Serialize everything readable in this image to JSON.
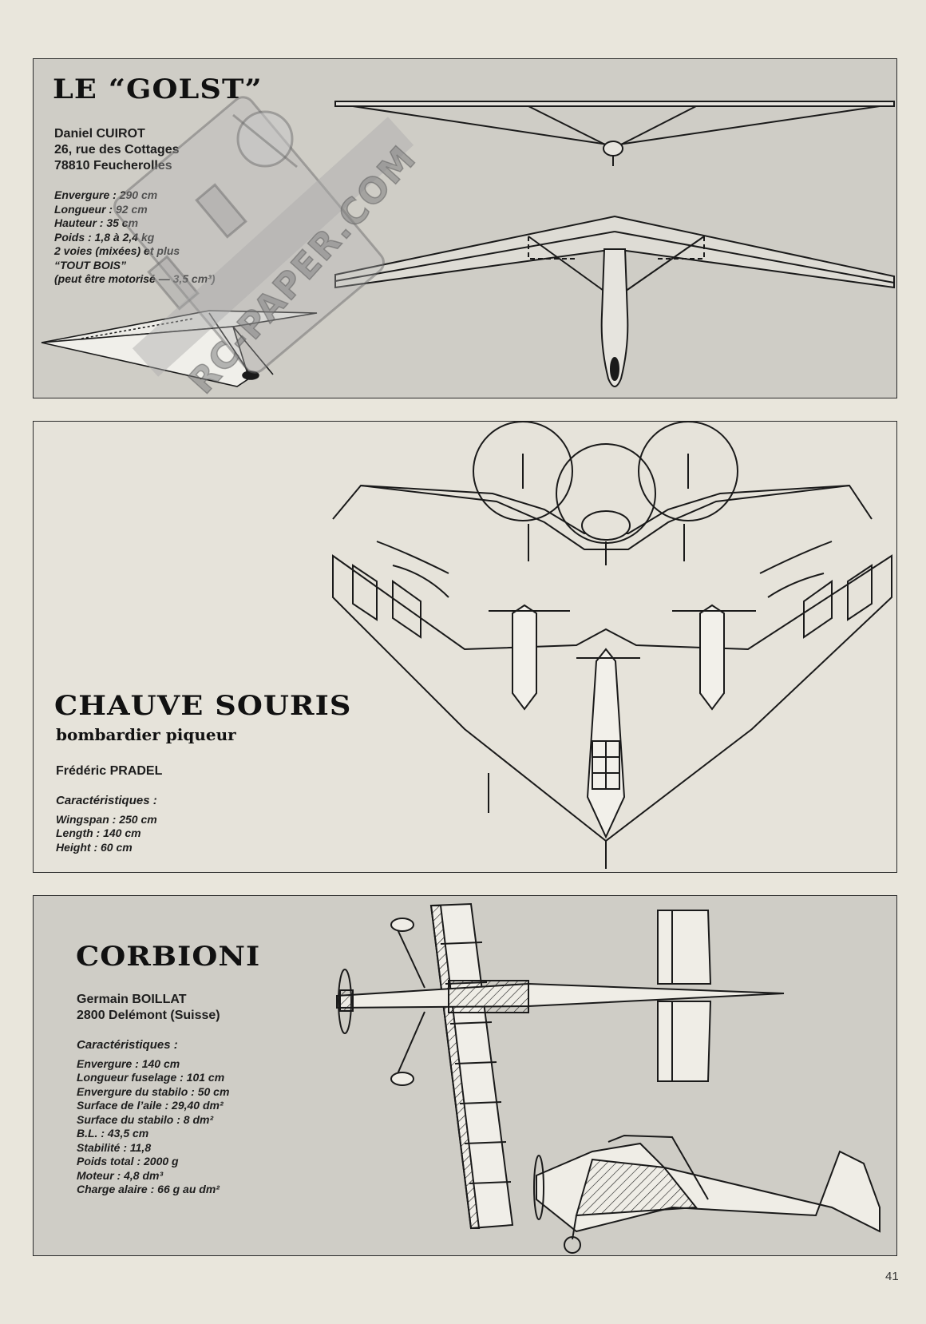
{
  "page_number": "41",
  "watermark": "RC-PAPER.COM",
  "golst": {
    "title": "LE “GOLST”",
    "author": [
      "Daniel CUIROT",
      "26, rue des Cottages",
      "78810 Feucherolles"
    ],
    "specs": [
      "Envergure : 290 cm",
      "Longueur : 92 cm",
      "Hauteur : 35 cm",
      "Poids : 1,8 à 2,4 kg",
      "2 voies (mixées) et plus",
      "“TOUT BOIS”",
      "(peut être motorisé — 3,5 cm³)"
    ]
  },
  "chauve": {
    "title": "CHAUVE SOURIS",
    "subtitle": "bombardier piqueur",
    "author": "Frédéric PRADEL",
    "specs_label": "Caractéristiques :",
    "specs": [
      "Wingspan : 250 cm",
      "Length : 140 cm",
      "Height : 60 cm"
    ]
  },
  "corbioni": {
    "title": "CORBIONI",
    "author": [
      "Germain BOILLAT",
      "2800 Delémont (Suisse)"
    ],
    "specs_label": "Caractéristiques :",
    "specs": [
      "Envergure : 140 cm",
      "Longueur fuselage : 101 cm",
      "Envergure du stabilo : 50 cm",
      "Surface de l’aile : 29,40 dm²",
      "Surface du stabilo : 8 dm²",
      "B.L. : 43,5 cm",
      "Stabilité : 11,8",
      "Poids total : 2000 g",
      "Moteur : 4,8 dm³",
      "Charge alaire : 66 g au dm²"
    ]
  }
}
